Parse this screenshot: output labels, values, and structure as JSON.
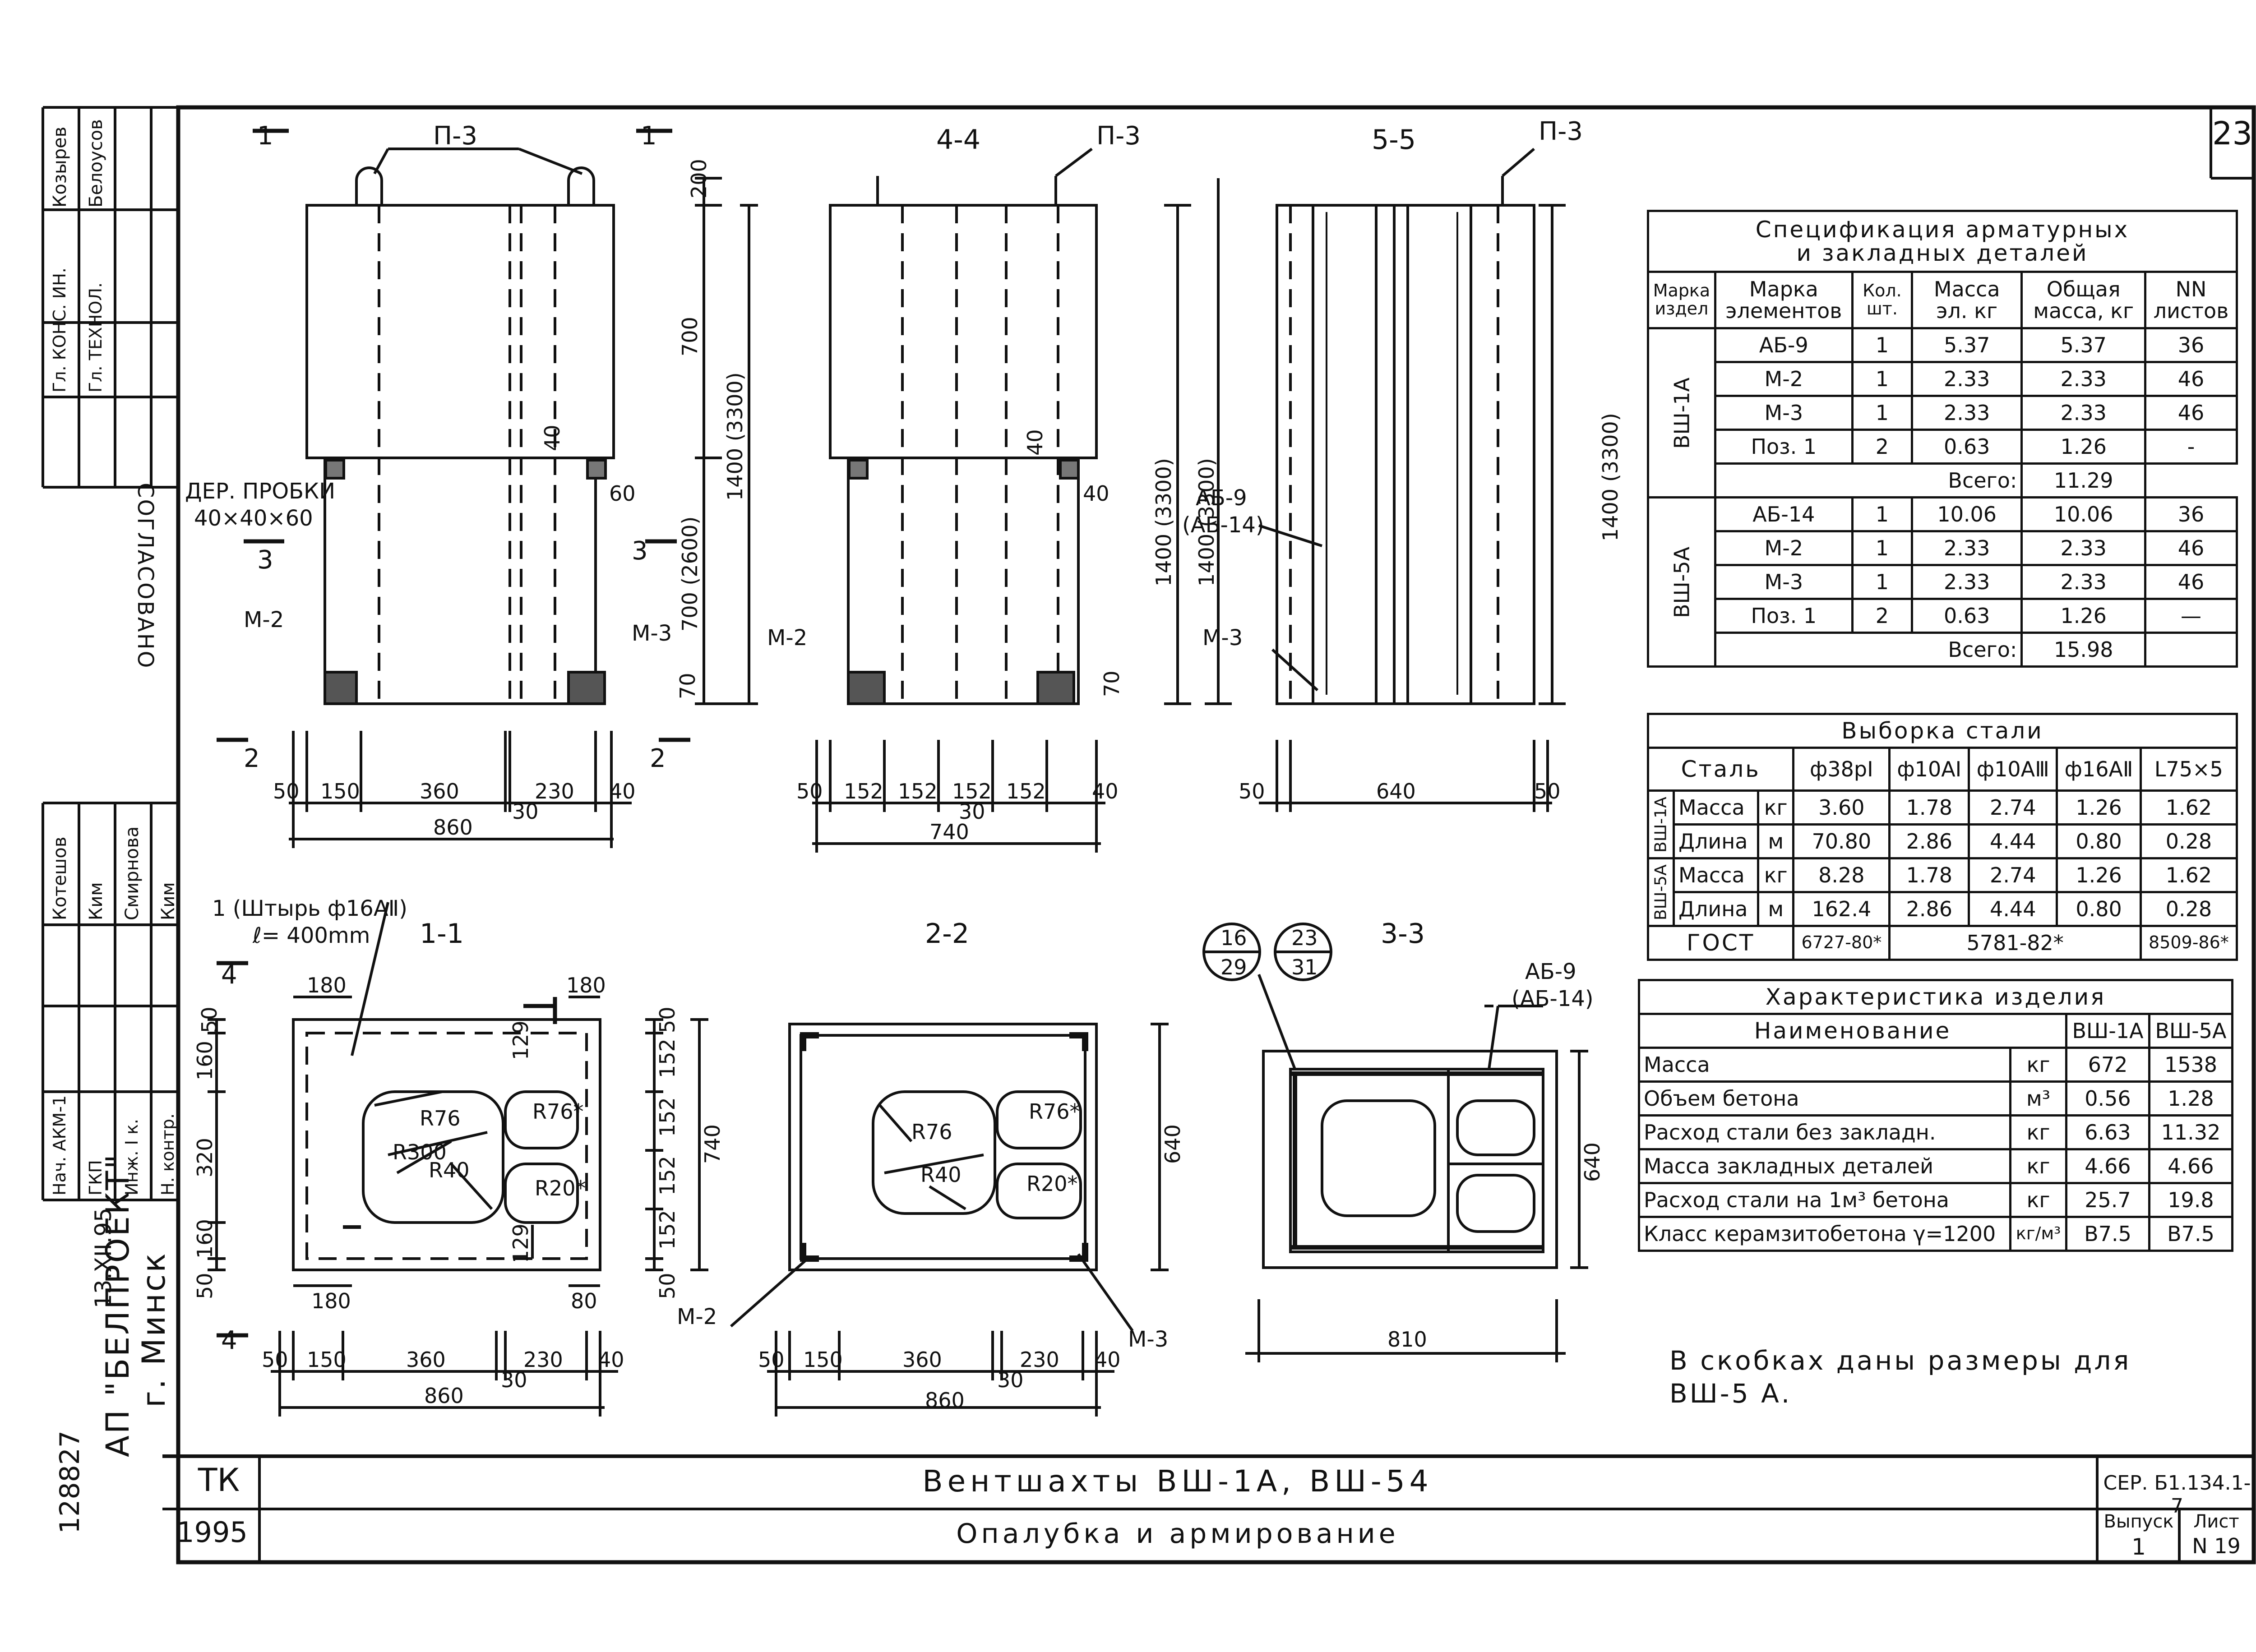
{
  "sheet_number": "23",
  "views": {
    "v1": {
      "cut_left": "1",
      "cut_right": "1",
      "plug": "П-3",
      "dims_h": [
        "50",
        "150",
        "360",
        "230",
        "40",
        "30"
      ],
      "total_w": "860",
      "dims_v": [
        "200",
        "700",
        "1400 (3300)",
        "700 (2600)",
        "40",
        "60",
        "70"
      ],
      "wood_plugs_a": "ДЕР. ПРОБКИ",
      "wood_plugs_b": "40×40×60",
      "m2": "М-2",
      "m3": "М-3",
      "cut3_a": "3",
      "cut3_b": "3",
      "cut2_a": "2",
      "cut2_b": "2"
    },
    "v44": {
      "title": "4-4",
      "plug": "П-3",
      "dims_h": [
        "50",
        "152",
        "152",
        "152",
        "152",
        "40",
        "30"
      ],
      "total_w": "740",
      "dims_v": [
        "40",
        "40",
        "1400 (3300)"
      ],
      "m2": "М-2"
    },
    "v55": {
      "title": "5-5",
      "plug": "П-3",
      "dims_h": [
        "50",
        "640",
        "50"
      ],
      "ab9_a": "АБ-9",
      "ab9_b": "(АБ-14)",
      "m3": "М-3",
      "dim_v": "1400 (3300)",
      "dim_70": "70"
    },
    "s11": {
      "title": "1-1",
      "pin_a": "1 (Штырь ф16АⅡ)",
      "pin_b": "ℓ= 400mm",
      "r1": "R76",
      "r2": "R300",
      "r3": "R40",
      "r4": "R76*",
      "r5": "R20*",
      "dims_top": [
        "180",
        "180"
      ],
      "dims_left": [
        "50",
        "160",
        "320",
        "160",
        "50"
      ],
      "dims_right": [
        "50",
        "152",
        "152",
        "152",
        "152",
        "50"
      ],
      "dim_740": "740",
      "dims_small": [
        "129",
        "129"
      ],
      "dims_bot": [
        "180",
        "80"
      ],
      "dims_h": [
        "50",
        "150",
        "360",
        "230",
        "40",
        "30"
      ],
      "total_w": "860",
      "cut4_a": "4",
      "cut4_b": "4"
    },
    "s22": {
      "title": "2-2",
      "r1": "R76",
      "r2": "R40",
      "r3": "R76*",
      "r4": "R20*",
      "dim_640": "640",
      "m2": "М-2",
      "m3": "М-3",
      "dims_h": [
        "50",
        "150",
        "360",
        "230",
        "40",
        "30"
      ],
      "total_w": "860"
    },
    "s33": {
      "title": "3-3",
      "c1_top": "16",
      "c1_bot": "29",
      "c2_top": "23",
      "c2_bot": "31",
      "ab9_a": "АБ-9",
      "ab9_b": "(АБ-14)",
      "dim_640": "640",
      "dim_810": "810"
    }
  },
  "spec": {
    "title_a": "Спецификация арматурных",
    "title_b": "и закладных деталей",
    "headers": [
      "Марка издел",
      "Марка элементов",
      "Кол. шт.",
      "Масса эл. кг",
      "Общая масса, кг",
      "NN листов"
    ],
    "groups": [
      {
        "item": "ВШ-1А",
        "rows": [
          [
            "АБ-9",
            "1",
            "5.37",
            "5.37",
            "36"
          ],
          [
            "М-2",
            "1",
            "2.33",
            "2.33",
            "46"
          ],
          [
            "М-3",
            "1",
            "2.33",
            "2.33",
            "46"
          ],
          [
            "Поз. 1",
            "2",
            "0.63",
            "1.26",
            "-"
          ]
        ],
        "total_label": "Всего:",
        "total": "11.29"
      },
      {
        "item": "ВШ-5А",
        "rows": [
          [
            "АБ-14",
            "1",
            "10.06",
            "10.06",
            "36"
          ],
          [
            "М-2",
            "1",
            "2.33",
            "2.33",
            "46"
          ],
          [
            "М-3",
            "1",
            "2.33",
            "2.33",
            "46"
          ],
          [
            "Поз. 1",
            "2",
            "0.63",
            "1.26",
            "—"
          ]
        ],
        "total_label": "Всего:",
        "total": "15.98"
      }
    ]
  },
  "steel": {
    "title": "Выборка стали",
    "col0": "Сталь",
    "cols": [
      "ф38рⅠ",
      "ф10АⅠ",
      "ф10АⅢ",
      "ф16АⅡ",
      "L75×5"
    ],
    "groups": [
      {
        "item": "ВШ-1А",
        "rows": [
          {
            "name": "Масса",
            "unit": "кг",
            "vals": [
              "3.60",
              "1.78",
              "2.74",
              "1.26",
              "1.62"
            ]
          },
          {
            "name": "Длина",
            "unit": "м",
            "vals": [
              "70.80",
              "2.86",
              "4.44",
              "0.80",
              "0.28"
            ]
          }
        ]
      },
      {
        "item": "ВШ-5А",
        "rows": [
          {
            "name": "Масса",
            "unit": "кг",
            "vals": [
              "8.28",
              "1.78",
              "2.74",
              "1.26",
              "1.62"
            ]
          },
          {
            "name": "Длина",
            "unit": "м",
            "vals": [
              "162.4",
              "2.86",
              "4.44",
              "0.80",
              "0.28"
            ]
          }
        ]
      }
    ],
    "gost_label": "ГОСТ",
    "gost": [
      "6727-80*",
      "5781-82*",
      "8509-86*"
    ]
  },
  "charact": {
    "title": "Характеристика изделия",
    "col_name": "Наименование",
    "cols": [
      "ВШ-1А",
      "ВШ-5А"
    ],
    "rows": [
      {
        "name": "Масса",
        "unit": "кг",
        "a": "672",
        "b": "1538"
      },
      {
        "name": "Объем бетона",
        "unit": "м³",
        "a": "0.56",
        "b": "1.28"
      },
      {
        "name": "Расход стали без закладн.",
        "unit": "кг",
        "a": "6.63",
        "b": "11.32"
      },
      {
        "name": "Масса закладных деталей",
        "unit": "кг",
        "a": "4.66",
        "b": "4.66"
      },
      {
        "name": "Расход стали на 1м³ бетона",
        "unit": "кг",
        "a": "25.7",
        "b": "19.8"
      },
      {
        "name": "Класс керамзитобетона γ=1200",
        "unit": "кг/м³",
        "a": "В7.5",
        "b": "В7.5"
      }
    ]
  },
  "note": "В скобках даны размеры для\nВШ-5 А.",
  "title_block": {
    "tk": "ТК",
    "year": "1995",
    "title_main": "Вентшахты  ВШ-1А, ВШ-54",
    "title_sub": "Опалубка и армирование",
    "series": "СЕР. Б1.134.1-7",
    "issue_label": "Выпуск",
    "issue": "1",
    "sheet_label": "Лист",
    "sheet": "N 19"
  },
  "left_strip": {
    "org": "АП \"БЕЛПРОЕКТ\"",
    "city": "г. Минск",
    "stamp": "128827",
    "date": "13.XII.95",
    "approved": "СОГЛАСОВАНО",
    "roles_top": [
      "Гл. КОНС. ИН.",
      "Гл. ТЕХНОЛ."
    ],
    "names_top": [
      "Козырев",
      "Белоусов"
    ],
    "roles": [
      "Нач. АКМ-1",
      "ГКП",
      "Инж. I к.",
      "Н. контр."
    ],
    "names": [
      "Котешов",
      "Ким",
      "Смирнова",
      "Ким"
    ]
  }
}
